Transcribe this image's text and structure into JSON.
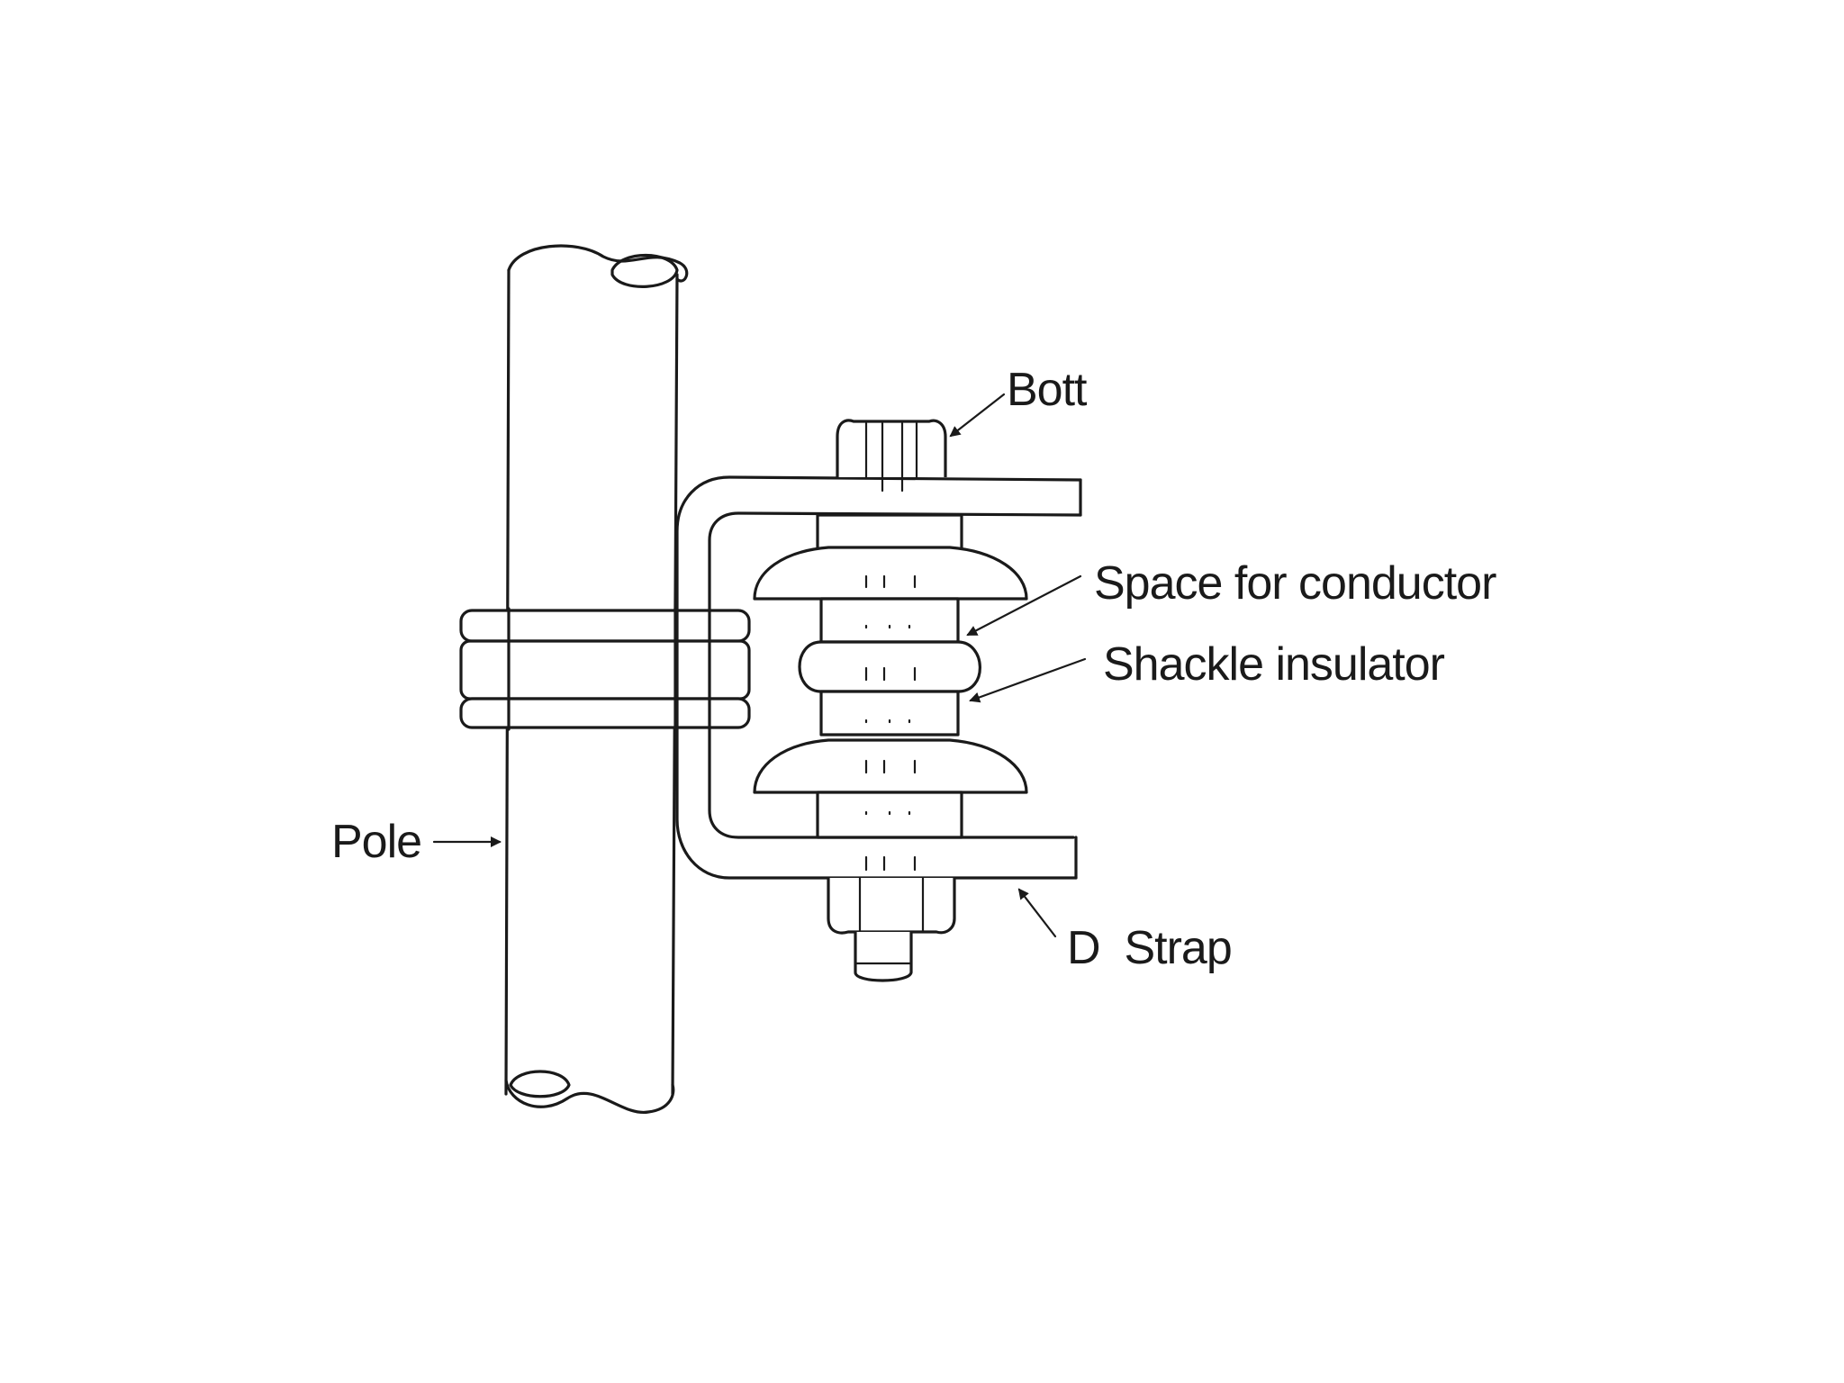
{
  "labels": {
    "bolt": "Bott",
    "space_for_conductor": "Space for conductor",
    "shackle_insulator": "Shackle insulator",
    "pole": "Pole",
    "d_strap": "D  Strap"
  }
}
